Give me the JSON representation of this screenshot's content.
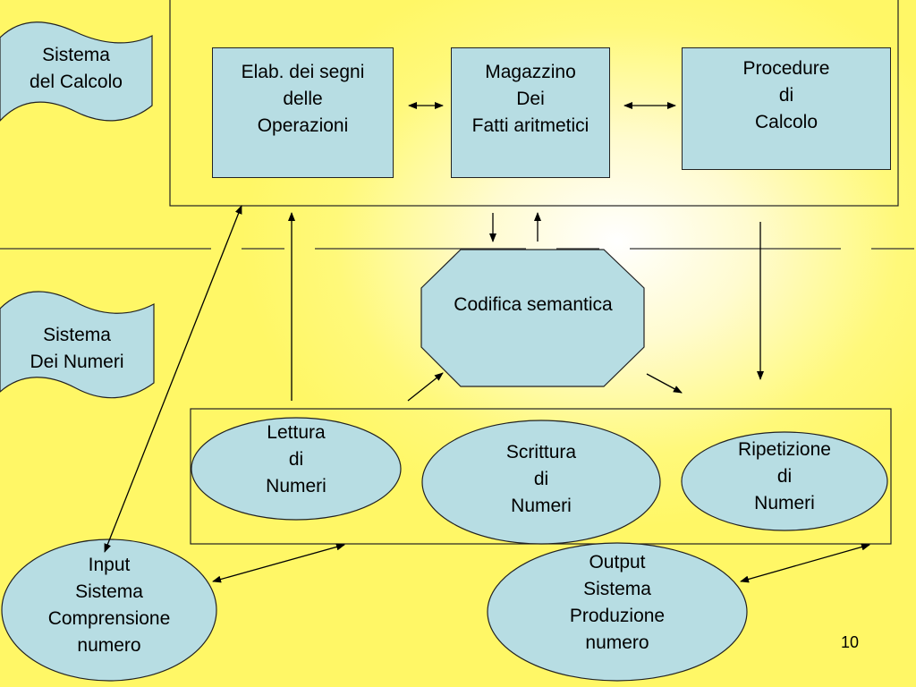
{
  "banners": {
    "calcolo": {
      "line1": "Sistema",
      "line2": "del Calcolo"
    },
    "numeri": {
      "line1": "Sistema",
      "line2": "Dei Numeri"
    }
  },
  "boxes": {
    "elab": {
      "line1": "Elab. dei segni",
      "line2": "delle",
      "line3": "Operazioni"
    },
    "magazzino": {
      "line1": "Magazzino",
      "line2": "Dei",
      "line3": "Fatti aritmetici"
    },
    "procedure": {
      "line1": "Procedure",
      "line2": "di",
      "line3": "Calcolo"
    }
  },
  "octagon": {
    "label": "Codifica semantica"
  },
  "ellipses": {
    "lettura": {
      "line1": "Lettura",
      "line2": "di",
      "line3": "Numeri"
    },
    "scrittura": {
      "line1": "Scrittura",
      "line2": "di",
      "line3": "Numeri"
    },
    "ripetizione": {
      "line1": "Ripetizione",
      "line2": "di",
      "line3": "Numeri"
    },
    "input": {
      "line1": "Input",
      "line2": "Sistema",
      "line3": "Comprensione",
      "line4": "numero"
    },
    "output": {
      "line1": "Output",
      "line2": "Sistema",
      "line3": "Produzione",
      "line4": "numero"
    }
  },
  "page_number": "10",
  "colors": {
    "shape_fill": "#b7dde3",
    "stroke": "#222222",
    "background": "#fff766"
  }
}
